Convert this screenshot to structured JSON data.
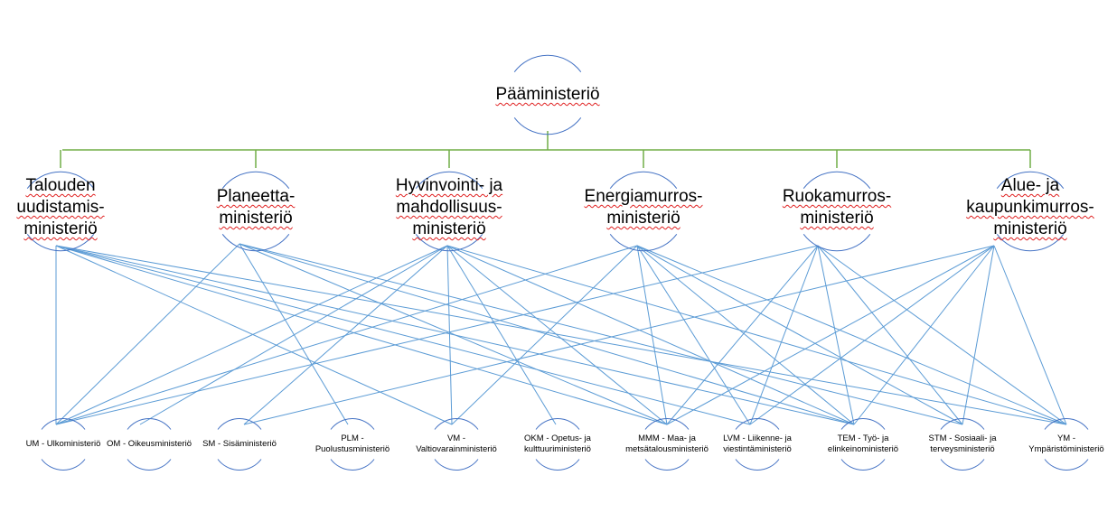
{
  "root": {
    "id": "root",
    "lines": [
      "Pääministeriö"
    ]
  },
  "top_nodes": [
    {
      "id": "T",
      "lines": [
        "Talouden",
        "uudistamis-",
        "ministeriö"
      ]
    },
    {
      "id": "P",
      "lines": [
        "Planeetta-",
        "ministeriö"
      ]
    },
    {
      "id": "H",
      "lines": [
        "Hyvinvointi- ja",
        "mahdollisuus-",
        "ministeriö"
      ]
    },
    {
      "id": "E",
      "lines": [
        "Energiamurros-",
        "ministeriö"
      ]
    },
    {
      "id": "R",
      "lines": [
        "Ruokamurros-",
        "ministeriö"
      ]
    },
    {
      "id": "A",
      "lines": [
        "Alue- ja",
        "kaupunkimurros-",
        "ministeriö"
      ]
    }
  ],
  "bottom_nodes": [
    {
      "id": "UM",
      "lines": [
        "UM - Ulkoministeriö"
      ]
    },
    {
      "id": "OM",
      "lines": [
        "OM - Oikeusministeriö"
      ]
    },
    {
      "id": "SM",
      "lines": [
        "SM - Sisäministeriö"
      ]
    },
    {
      "id": "PLM",
      "lines": [
        "PLM -",
        "Puolustusministeriö"
      ]
    },
    {
      "id": "VM",
      "lines": [
        "VM -",
        "Valtiovarainministeriö"
      ]
    },
    {
      "id": "OKM",
      "lines": [
        "OKM - Opetus- ja",
        "kulttuuriministeriö"
      ]
    },
    {
      "id": "MMM",
      "lines": [
        "MMM - Maa- ja",
        "metsätalousministeriö"
      ]
    },
    {
      "id": "LVM",
      "lines": [
        "LVM - Liikenne- ja",
        "viestintäministeriö"
      ]
    },
    {
      "id": "TEM",
      "lines": [
        "TEM - Työ- ja",
        "elinkeinoministeriö"
      ]
    },
    {
      "id": "STM",
      "lines": [
        "STM - Sosiaali- ja",
        "terveysministeriö"
      ]
    },
    {
      "id": "YM",
      "lines": [
        "YM -",
        "Ympäristöministeriö"
      ]
    }
  ],
  "links": {
    "T": [
      "UM",
      "VM",
      "MMM",
      "LVM",
      "TEM",
      "YM"
    ],
    "P": [
      "UM",
      "PLM",
      "MMM",
      "TEM",
      "STM"
    ],
    "H": [
      "UM",
      "OM",
      "SM",
      "VM",
      "OKM",
      "MMM",
      "TEM",
      "YM"
    ],
    "E": [
      "UM",
      "VM",
      "MMM",
      "LVM",
      "TEM",
      "STM",
      "YM"
    ],
    "R": [
      "UM",
      "MMM",
      "LVM",
      "TEM",
      "STM",
      "YM"
    ],
    "A": [
      "SM",
      "MMM",
      "LVM",
      "TEM",
      "STM",
      "YM"
    ]
  },
  "colors": {
    "tree": "#70ad47",
    "link": "#5b9bd5",
    "circle": "#4472c4"
  }
}
